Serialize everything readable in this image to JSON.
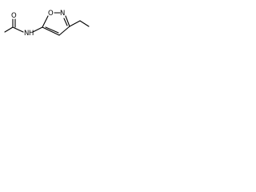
{
  "molecule": {
    "atoms": {
      "carbonyl_oxygen": "O",
      "amide_nitrogen": "N",
      "amide_hydrogen": "H",
      "ring_nitrogen": "N",
      "ring_oxygen": "O"
    }
  },
  "colors": {
    "bond": "#000000",
    "text": "#000000",
    "background": "#ffffff"
  }
}
